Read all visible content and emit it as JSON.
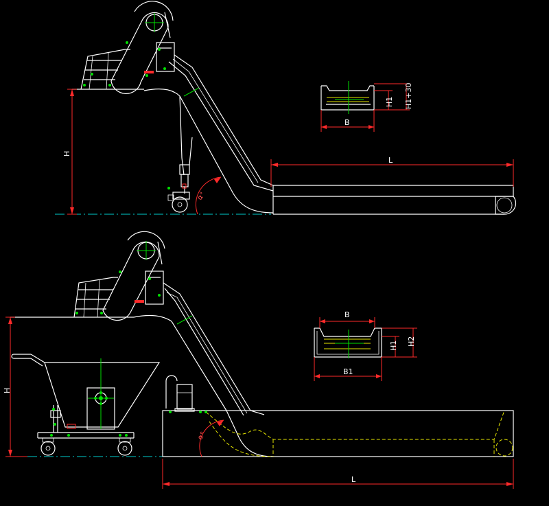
{
  "top_view": {
    "height_label": "H",
    "length_label": "L",
    "angle_label": "α°"
  },
  "top_section": {
    "width_label": "B",
    "h1_label": "H1",
    "h1_plus_label": "H1+30"
  },
  "bottom_view": {
    "height_label": "H",
    "length_label": "L",
    "angle_label": "α°"
  },
  "bottom_section": {
    "width_label": "B",
    "b1_label": "B1",
    "h1_label": "H1",
    "h2_label": "H2"
  },
  "colors": {
    "background": "#000000",
    "outline": "#ffffff",
    "dimension": "#ff2a2a",
    "centerline": "#00cccc",
    "marker": "#00e000",
    "hidden": "#e6e600"
  }
}
